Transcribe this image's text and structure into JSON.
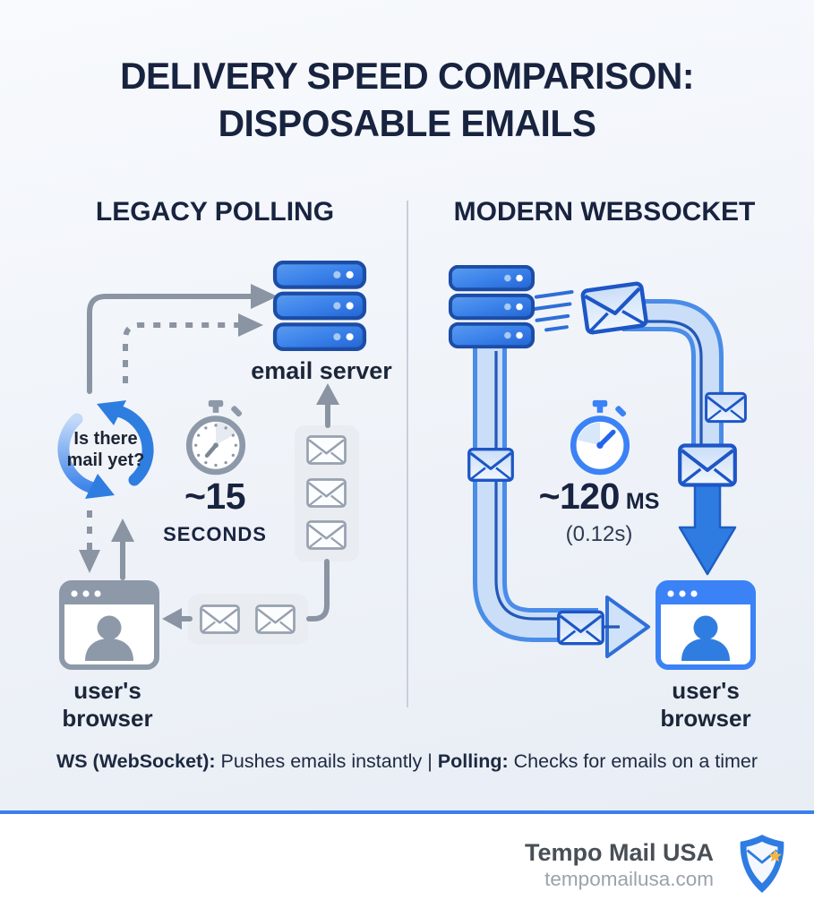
{
  "title": {
    "line1": "DELIVERY SPEED COMPARISON:",
    "line2": "DISPOSABLE EMAILS"
  },
  "panels": {
    "left": {
      "header": "LEGACY POLLING",
      "question": "Is there mail yet?",
      "server_label": "email server",
      "time_value": "~15",
      "time_unit": "SECONDS",
      "browser_label": "user's browser"
    },
    "right": {
      "header": "MODERN WEBSOCKET",
      "time_value": "~120",
      "time_unit": "MS",
      "time_alt": "(0.12s)",
      "browser_label": "user's browser"
    }
  },
  "legend": {
    "ws_term": "WS (WebSocket):",
    "ws_desc": "Pushes emails instantly",
    "separator": "|",
    "polling_term": "Polling:",
    "polling_desc": "Checks for emails on a timer"
  },
  "footer": {
    "brand": "Tempo Mail USA",
    "domain": "tempomailusa.com"
  },
  "icons": {
    "left_loop": "sync-arrows-icon",
    "left_timer": "stopwatch-icon",
    "left_server": "server-stack-icon",
    "left_browser": "browser-window-icon",
    "left_mail": "envelope-icon",
    "right_server": "server-stack-icon",
    "right_timer": "stopwatch-icon",
    "right_browser": "browser-window-icon",
    "right_mail": "envelope-icon",
    "brand_logo": "shield-mail-logo-icon"
  },
  "colors": {
    "accent_blue": "#2f7de1",
    "deep_blue": "#1d56c6",
    "navy_text": "#18233f",
    "grey_icon": "#8d99a8",
    "pipe_fill": "#cbdef8",
    "pipe_edge": "#4a8ce8",
    "container_grey": "#e9ecf1",
    "divider_blue": "#3b7ef0",
    "footer_brand": "#484f57",
    "footer_domain": "#9ba2ab",
    "panel_divider": "#c9cfd9"
  }
}
